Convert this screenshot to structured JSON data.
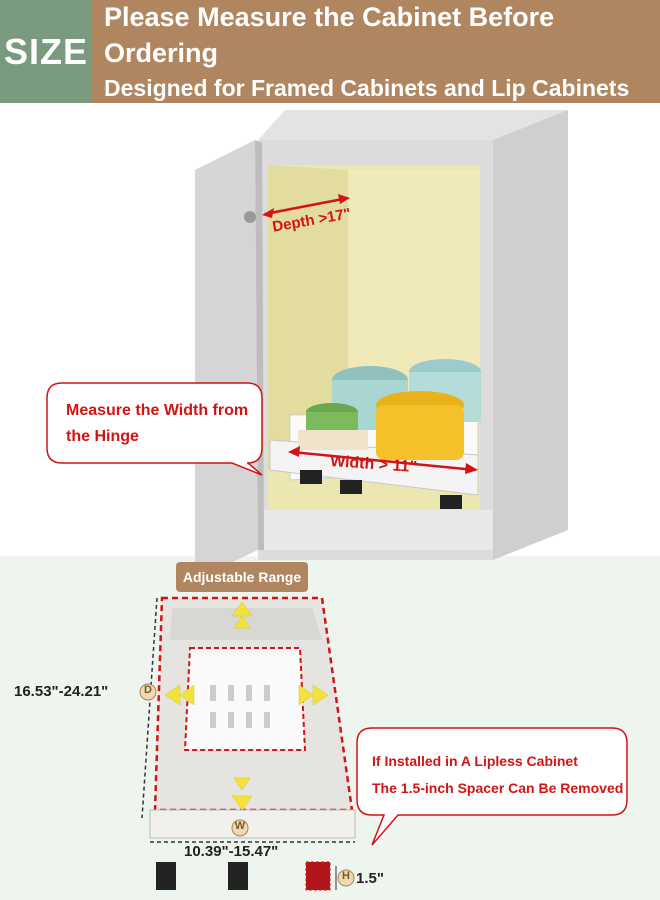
{
  "header": {
    "badge": "SIZE",
    "line1": "Please Measure the Cabinet Before Ordering",
    "line2": "Designed for Framed Cabinets and Lip Cabinets"
  },
  "cabinet": {
    "depth_label": "Depth",
    "depth_value": "17\"",
    "width_label": "Width",
    "width_value": "11\"",
    "hinge_note_line1": "Measure the Width from",
    "hinge_note_line2": "the Hinge"
  },
  "dimensions": {
    "adjustable_range": "Adjustable Range",
    "depth_range": "16.53\"-24.21\"",
    "depth_marker": "D",
    "width_range": "10.39\"-15.47\"",
    "width_marker": "W",
    "height_marker": "H",
    "height_value": "1.5\"",
    "lipless_note_line1": "If Installed in A Lipless Cabinet",
    "lipless_note_line2": "The 1.5-inch Spacer Can Be Removed"
  },
  "colors": {
    "accent_red": "#d21414",
    "brand_brown": "#b08660",
    "brand_green": "#7a9a7f",
    "cabinet_interior": "#ece7b0",
    "arrow_yellow": "#f2e23a"
  }
}
